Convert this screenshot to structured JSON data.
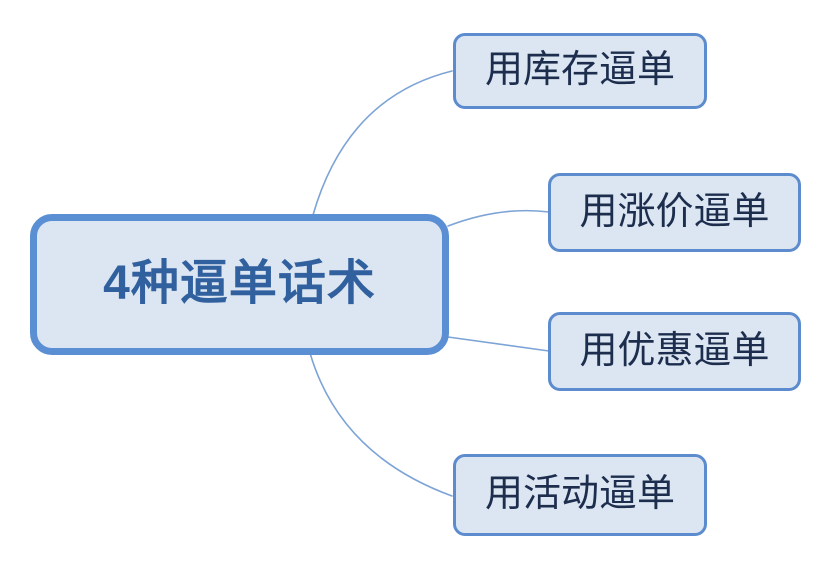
{
  "mindmap": {
    "root": {
      "label": "4种逼单话术"
    },
    "children": [
      {
        "label": "用库存逼单"
      },
      {
        "label": "用涨价逼单"
      },
      {
        "label": "用优惠逼单"
      },
      {
        "label": "用活动逼单"
      }
    ],
    "colors": {
      "node_fill": "#dce6f2",
      "root_border": "#5b8fd3",
      "child_border": "#5d8cce",
      "root_text": "#31609f",
      "child_text": "#1d2d4d",
      "connector": "#7da4d6",
      "background": "#ffffff"
    }
  }
}
